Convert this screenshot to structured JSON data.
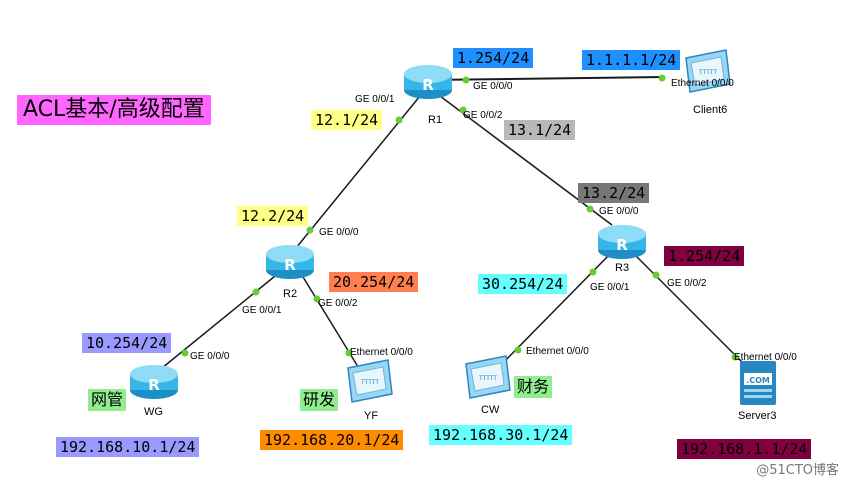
{
  "title": "ACL基本/高级配置",
  "colors": {
    "line": "#1a1a1a",
    "dot": "#66cc33",
    "router_body": "#36b5e8",
    "router_top": "#8fdcf7",
    "blue": "#1e90ff",
    "yellow": "#ffff88",
    "gray": "#b8b8b8",
    "dark_gray": "#777777",
    "orange": "#ff7f50",
    "cyan": "#66ffff",
    "maroon": "#800040",
    "purple": "#9999ff",
    "dark_orange": "#ff8c00",
    "green": "#90ee90",
    "magenta": "#ff66ff"
  },
  "devices": {
    "r1": {
      "name": "R1",
      "icon": "router-icon"
    },
    "r2": {
      "name": "R2",
      "icon": "router-icon"
    },
    "r3": {
      "name": "R3",
      "icon": "router-icon"
    },
    "wg": {
      "name": "WG",
      "icon": "router-icon",
      "cn_label": "网管"
    },
    "client6": {
      "name": "Client6",
      "icon": "pc-icon"
    },
    "yf": {
      "name": "YF",
      "icon": "pc-icon",
      "cn_label": "研发"
    },
    "cw": {
      "name": "CW",
      "icon": "pc-icon",
      "cn_label": "财务"
    },
    "server3": {
      "name": "Server3",
      "icon": "server-icon"
    }
  },
  "ports": {
    "r1_ge000": "GE 0/0/0",
    "r1_ge001": "GE 0/0/1",
    "r1_ge002": "GE 0/0/2",
    "client6_eth": "Ethernet 0/0/0",
    "r2_ge000": "GE 0/0/0",
    "r2_ge001": "GE 0/0/1",
    "r2_ge002": "GE 0/0/2",
    "r3_ge000": "GE 0/0/0",
    "r3_ge001": "GE 0/0/1",
    "r3_ge002": "GE 0/0/2",
    "wg_ge000": "GE 0/0/0",
    "yf_eth": "Ethernet 0/0/0",
    "cw_eth": "Ethernet 0/0/0",
    "server3_eth": "Ethernet 0/0/0"
  },
  "ip_labels": {
    "r1_ge000": "1.254/24",
    "client6": "1.1.1.1/24",
    "r1_ge001": "12.1/24",
    "r1_ge002": "13.1/24",
    "r2_ge000": "12.2/24",
    "r2_ge002": "20.254/24",
    "r3_ge000": "13.2/24",
    "r3_ge001": "30.254/24",
    "r3_ge002": "1.254/24",
    "wg_ge000": "10.254/24",
    "wg_net": "192.168.10.1/24",
    "yf_net": "192.168.20.1/24",
    "cw_net": "192.168.30.1/24",
    "server3_net": "192.168.1.1/24"
  },
  "watermark": "@51CTO博客"
}
